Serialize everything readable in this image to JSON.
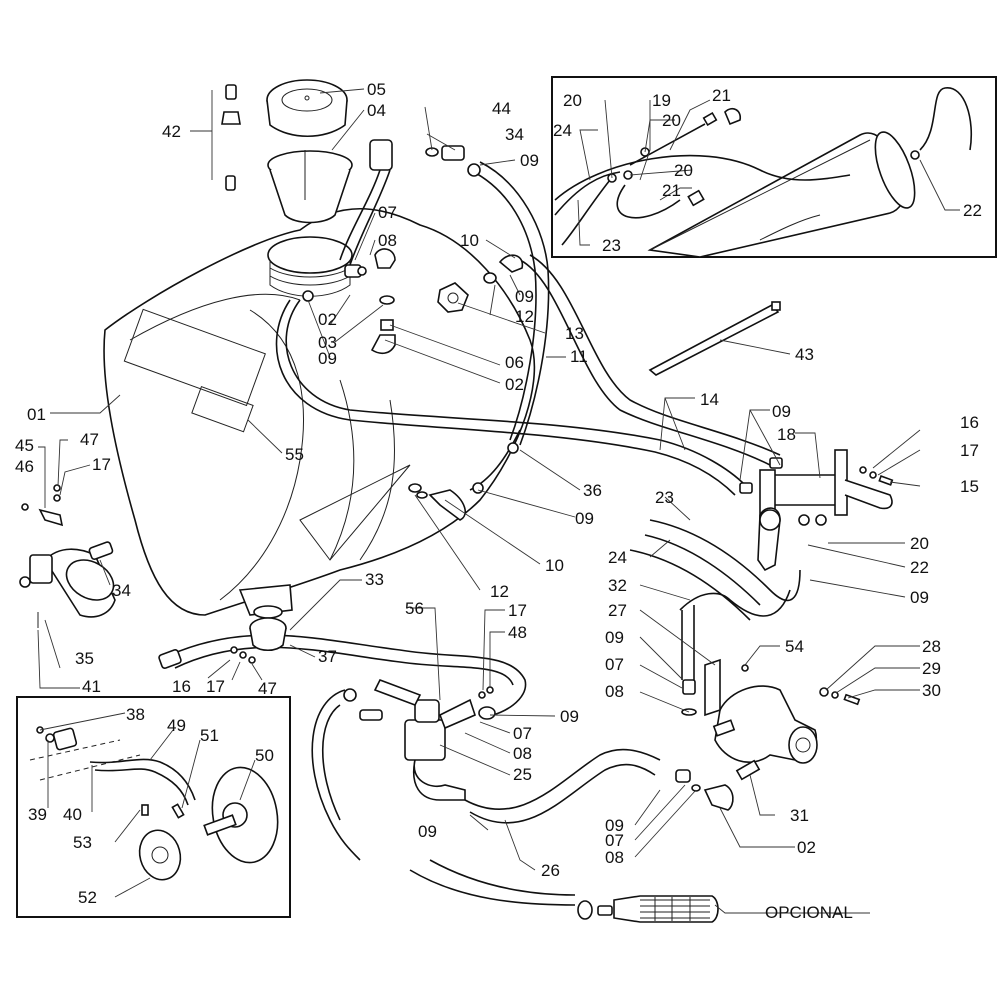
{
  "diagram": {
    "title": "Sprayer tank plumbing exploded parts diagram",
    "optional_label": "OPCIONAL",
    "insets": [
      {
        "name": "cleaning-tank-inset",
        "labels": [
          "20",
          "19",
          "21",
          "20",
          "24",
          "20",
          "21",
          "23",
          "22"
        ]
      },
      {
        "name": "pulley-drive-inset",
        "labels": [
          "38",
          "49",
          "51",
          "50",
          "39",
          "40",
          "53",
          "52"
        ]
      }
    ],
    "callouts": [
      {
        "id": "05",
        "part": "tank lid"
      },
      {
        "id": "04",
        "part": "filler basket"
      },
      {
        "id": "42",
        "part": "lid vent kit"
      },
      {
        "id": "44",
        "part": "gasket"
      },
      {
        "id": "34",
        "part": "hose nipple"
      },
      {
        "id": "09",
        "part": "hose clamp"
      },
      {
        "id": "07",
        "part": "hose nipple"
      },
      {
        "id": "08",
        "part": "gasket"
      },
      {
        "id": "10",
        "part": "elbow fitting"
      },
      {
        "id": "02",
        "part": "elbow fitting"
      },
      {
        "id": "12",
        "part": "gasket"
      },
      {
        "id": "13",
        "part": "flange nut"
      },
      {
        "id": "03",
        "part": "washer"
      },
      {
        "id": "06",
        "part": "nipple"
      },
      {
        "id": "11",
        "part": "hose"
      },
      {
        "id": "43",
        "part": "cable tie"
      },
      {
        "id": "01",
        "part": "tank"
      },
      {
        "id": "55",
        "part": "decal"
      },
      {
        "id": "14",
        "part": "hose"
      },
      {
        "id": "18",
        "part": "control valve"
      },
      {
        "id": "16",
        "part": "nut"
      },
      {
        "id": "17",
        "part": "washer"
      },
      {
        "id": "15",
        "part": "bolt"
      },
      {
        "id": "36",
        "part": "hose"
      },
      {
        "id": "45",
        "part": "bracket"
      },
      {
        "id": "46",
        "part": "bolt"
      },
      {
        "id": "47",
        "part": "nut"
      },
      {
        "id": "35",
        "part": "filter"
      },
      {
        "id": "41",
        "part": "bolt"
      },
      {
        "id": "33",
        "part": "hose"
      },
      {
        "id": "37",
        "part": "drain cap"
      },
      {
        "id": "23",
        "part": "hose"
      },
      {
        "id": "24",
        "part": "hose"
      },
      {
        "id": "20",
        "part": "hose clamp"
      },
      {
        "id": "22",
        "part": "hose"
      },
      {
        "id": "32",
        "part": "hose"
      },
      {
        "id": "27",
        "part": "bracket"
      },
      {
        "id": "54",
        "part": "bolt"
      },
      {
        "id": "56",
        "part": "bolt"
      },
      {
        "id": "48",
        "part": "nut"
      },
      {
        "id": "25",
        "part": "valve"
      },
      {
        "id": "28",
        "part": "nut"
      },
      {
        "id": "29",
        "part": "washer"
      },
      {
        "id": "30",
        "part": "bolt"
      },
      {
        "id": "31",
        "part": "pump"
      },
      {
        "id": "26",
        "part": "hose"
      },
      {
        "id": "38",
        "part": "nut"
      },
      {
        "id": "49",
        "part": "shaft"
      },
      {
        "id": "51",
        "part": "pin"
      },
      {
        "id": "50",
        "part": "hub"
      },
      {
        "id": "39",
        "part": "washer"
      },
      {
        "id": "40",
        "part": "bolt"
      },
      {
        "id": "53",
        "part": "set screw"
      },
      {
        "id": "52",
        "part": "pulley"
      },
      {
        "id": "19",
        "part": "tee fitting"
      },
      {
        "id": "21",
        "part": "hose"
      }
    ],
    "labels": {
      "l05": "05",
      "l04": "04",
      "l42": "42",
      "l44": "44",
      "l34a": "34",
      "l09a": "09",
      "l07a": "07",
      "l08a": "08",
      "l10a": "10",
      "l09b": "09",
      "l02a": "02",
      "l12a": "12",
      "l13": "13",
      "l03": "03",
      "l06": "06",
      "l09c": "09",
      "l02b": "02",
      "l11": "11",
      "l43": "43",
      "l01": "01",
      "l55": "55",
      "l14": "14",
      "l09d": "09",
      "l18": "18",
      "l16a": "16",
      "l17a": "17",
      "l15": "15",
      "l36": "36",
      "l09e": "09",
      "l10b": "10",
      "l12b": "12",
      "l45": "45",
      "l46": "46",
      "l47a": "47",
      "l17b": "17",
      "l34b": "34",
      "l35": "35",
      "l41": "41",
      "l33": "33",
      "l37": "37",
      "l16b": "16",
      "l17c": "17",
      "l47b": "47",
      "l23a": "23",
      "l24a": "24",
      "l20a": "20",
      "l22a": "22",
      "l09f": "09",
      "l32": "32",
      "l27": "27",
      "l09g": "09",
      "l07b": "07",
      "l08b": "08",
      "l54": "54",
      "l28": "28",
      "l29": "29",
      "l30": "30",
      "l56": "56",
      "l17d": "17",
      "l48": "48",
      "l09h": "09",
      "l07c": "07",
      "l08c": "08",
      "l25": "25",
      "l09i": "09",
      "l07d": "07",
      "l08d": "08",
      "l02c": "02",
      "l31": "31",
      "l09j": "09",
      "l26": "26",
      "l38": "38",
      "l49": "49",
      "l51": "51",
      "l50": "50",
      "l39": "39",
      "l40": "40",
      "l53": "53",
      "l52": "52",
      "i20a": "20",
      "i19": "19",
      "i21a": "21",
      "i20b": "20",
      "i24": "24",
      "i20c": "20",
      "i21b": "21",
      "i23": "23",
      "i22": "22"
    }
  }
}
